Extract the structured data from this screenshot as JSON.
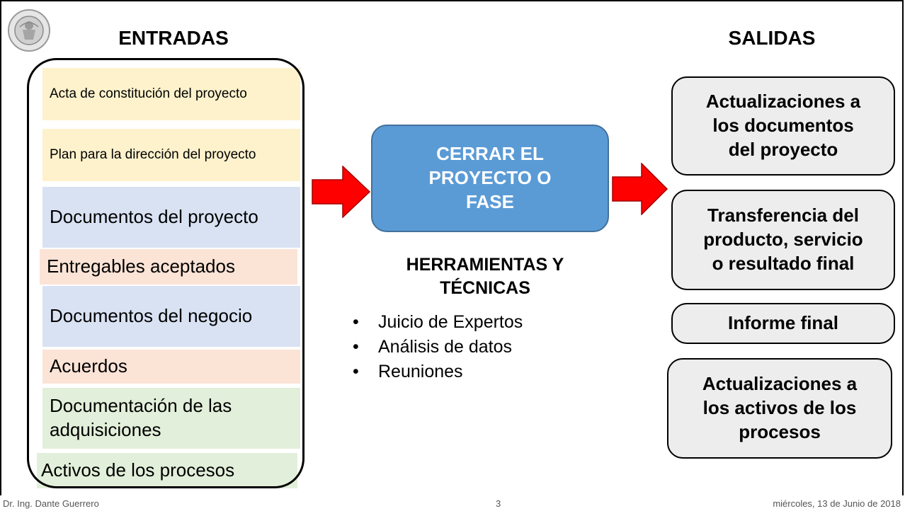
{
  "headers": {
    "entradas": "ENTRADAS",
    "salidas": "SALIDAS"
  },
  "inputs": [
    "Acta de constitución del proyecto",
    "Plan para la dirección del proyecto",
    "Documentos del proyecto",
    "Entregables aceptados",
    "Documentos del negocio",
    "Acuerdos",
    "Documentación de las adquisiciones",
    "Activos de los procesos"
  ],
  "process": {
    "line1": "CERRAR EL",
    "line2": "PROYECTO O",
    "line3": "FASE"
  },
  "tools": {
    "title_line1": "HERRAMIENTAS Y",
    "title_line2": "TÉCNICAS",
    "items": [
      "Juicio de Expertos",
      "Análisis de datos",
      "Reuniones"
    ],
    "bullet": "•"
  },
  "outputs": [
    {
      "line1": "Actualizaciones a",
      "line2": "los documentos",
      "line3": "del proyecto"
    },
    {
      "line1": "Transferencia del",
      "line2": "producto, servicio",
      "line3": "o resultado final"
    },
    {
      "line1": "Informe final"
    },
    {
      "line1": "Actualizaciones a",
      "line2": "los activos de los",
      "line3": "procesos"
    }
  ],
  "footer": {
    "author": "Dr. Ing. Dante Guerrero",
    "page": "3",
    "date": "miércoles, 13 de Junio de 2018"
  },
  "colors": {
    "process_fill": "#5b9bd5",
    "arrow_fill": "#ff0000",
    "input_yellow": "#fef2cc",
    "input_blue": "#d9e2f3",
    "input_orange": "#fbe3d6",
    "input_green": "#e2efda",
    "output_fill": "#ededed"
  }
}
